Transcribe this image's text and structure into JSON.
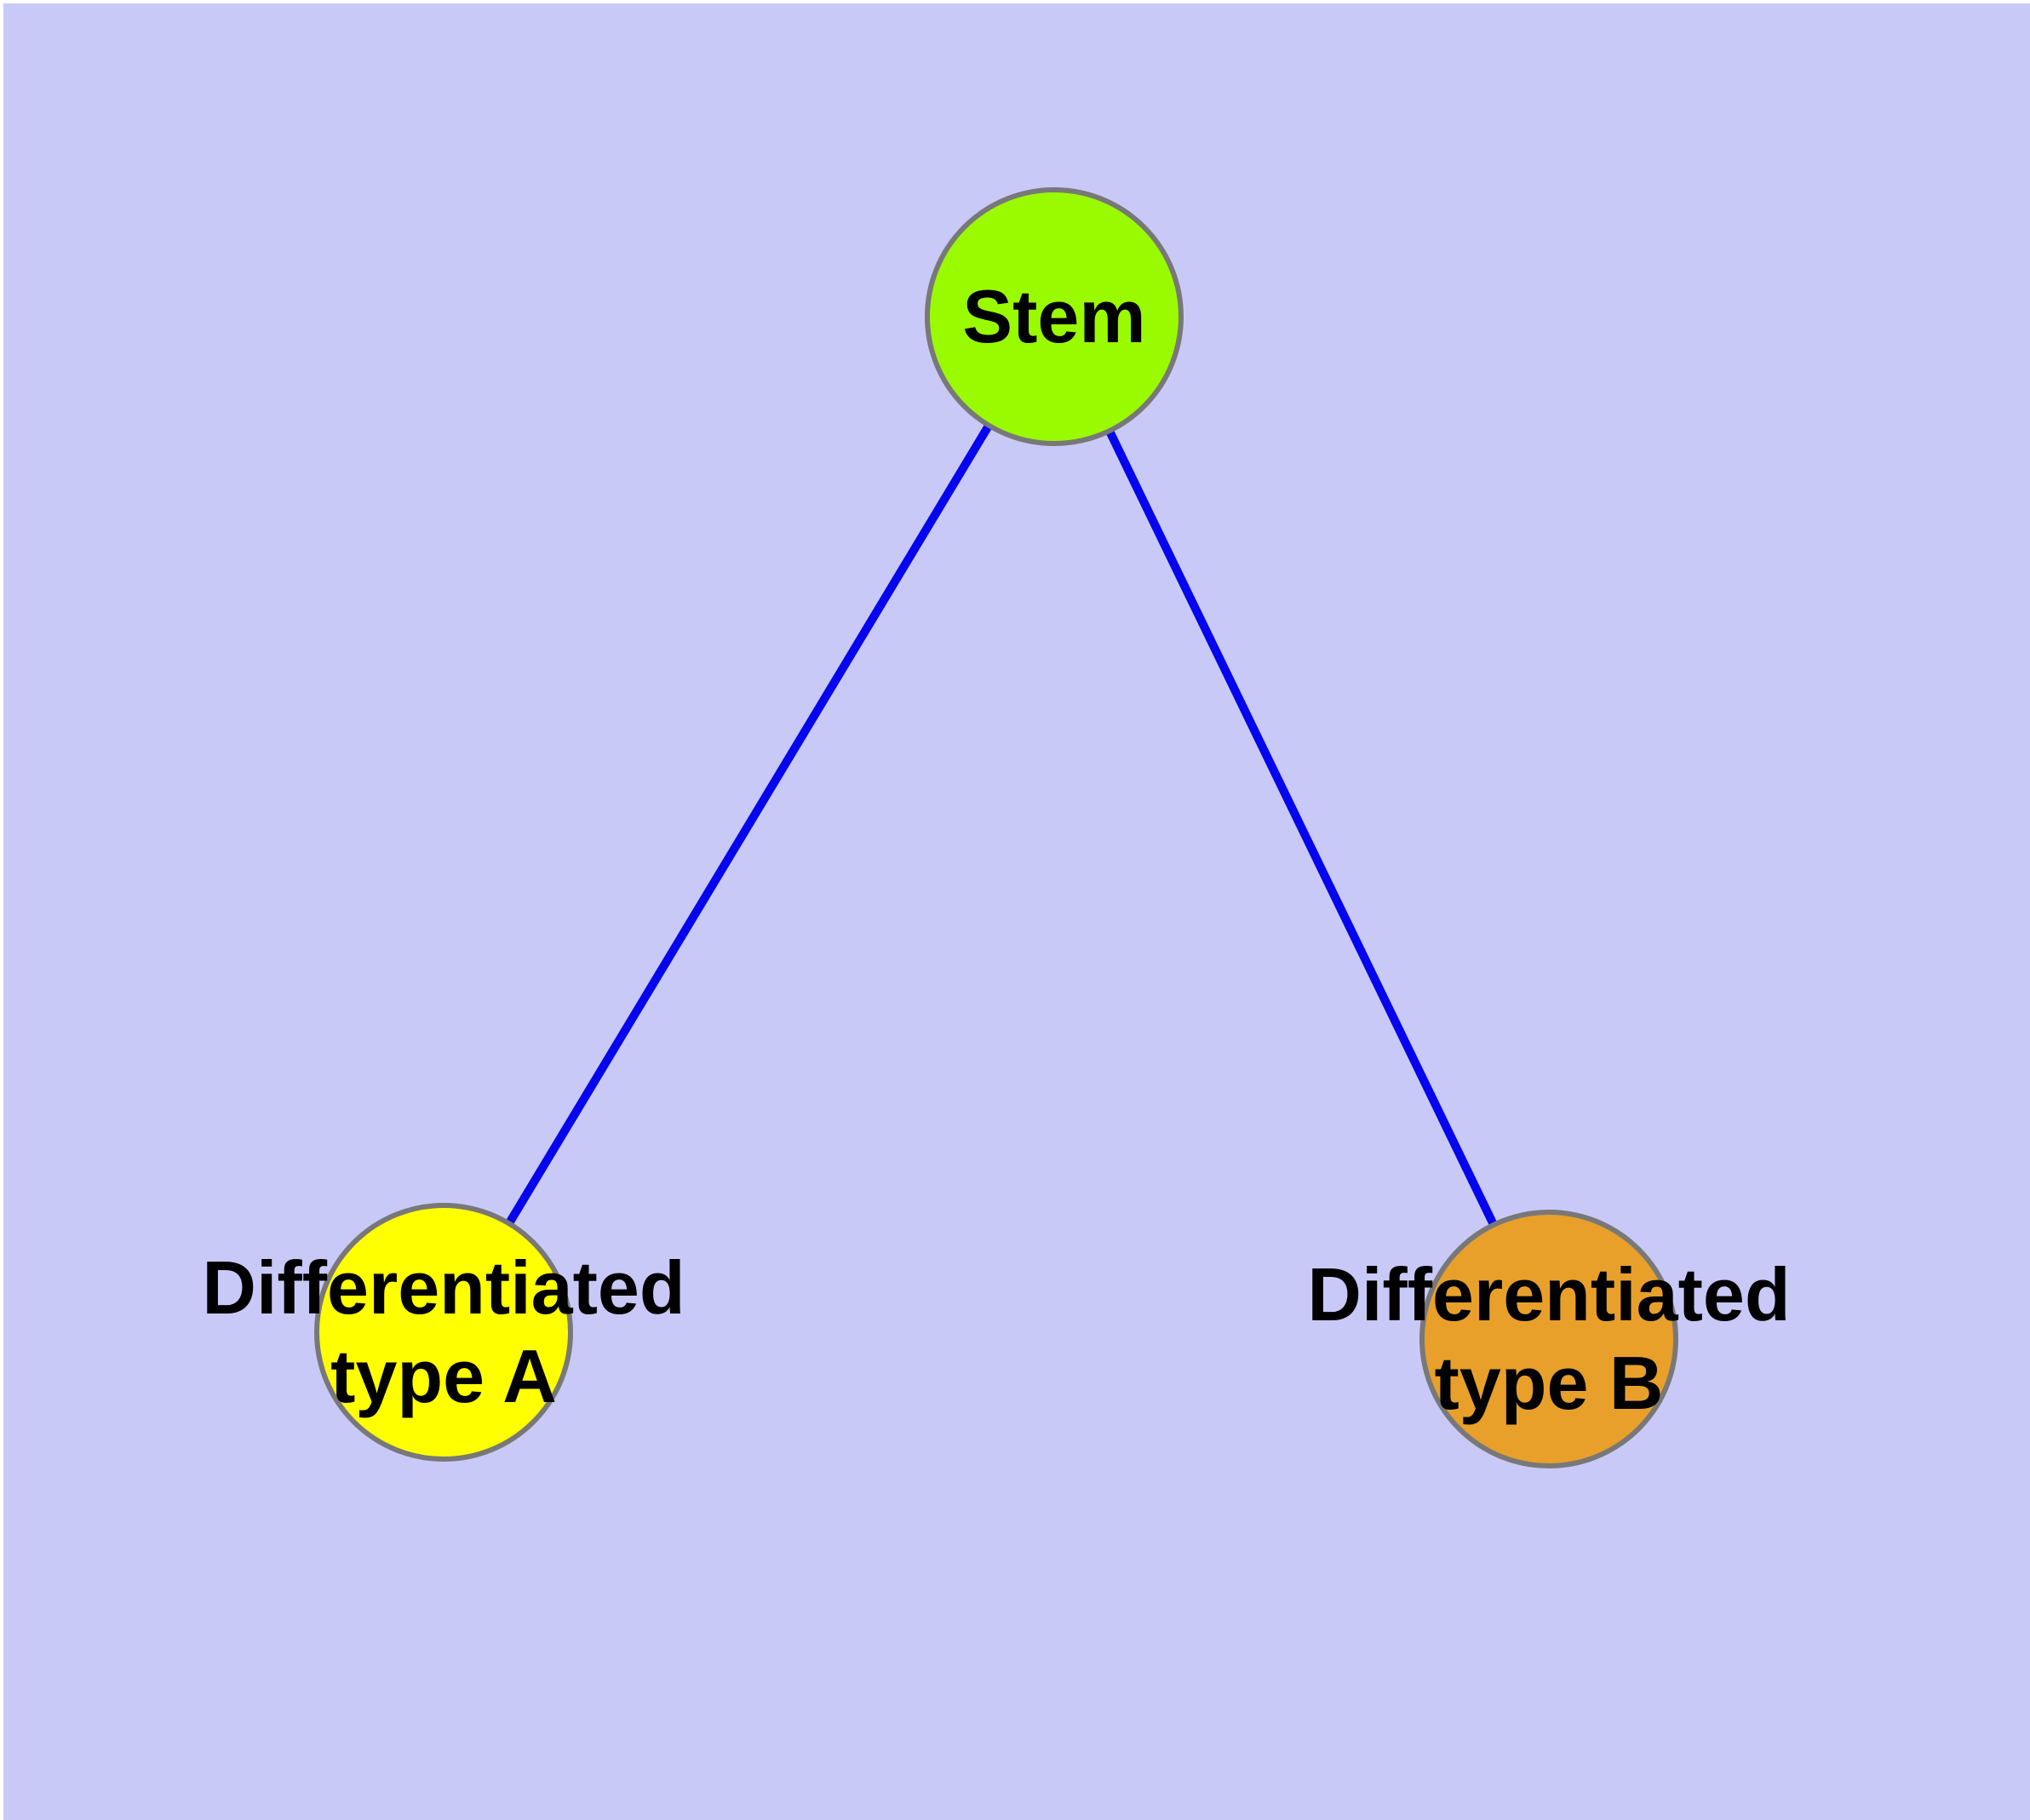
{
  "diagram": {
    "type": "graph",
    "description": "Stem cell differentiation tree with one stem node connected to two differentiated cell type nodes",
    "nodes": [
      {
        "id": "stem",
        "label": "Stem",
        "label_lines": [
          "Stem"
        ],
        "shape": "circle",
        "fill": "#9AFB00",
        "border": "#787878"
      },
      {
        "id": "type-a",
        "label": "Differentiated type A",
        "label_lines": [
          "Differentiated",
          "type A"
        ],
        "shape": "circle",
        "fill": "#FFFF00",
        "border": "#787878"
      },
      {
        "id": "type-b",
        "label": "Differentiated type B",
        "label_lines": [
          "Differentiated",
          "type B"
        ],
        "shape": "circle",
        "fill": "#E8A02B",
        "border": "#787878"
      }
    ],
    "edges": [
      {
        "from": "stem",
        "to": "type-a",
        "color": "#0505EE"
      },
      {
        "from": "stem",
        "to": "type-b",
        "color": "#0505EE"
      }
    ]
  },
  "colors": {
    "background": "#C9C9F8",
    "edge": "#0505EE",
    "node-stem": "#9AFB00",
    "node-type-a": "#FFFF00",
    "node-type-b": "#E8A02B",
    "node-border": "#787878",
    "label": "#000000"
  }
}
